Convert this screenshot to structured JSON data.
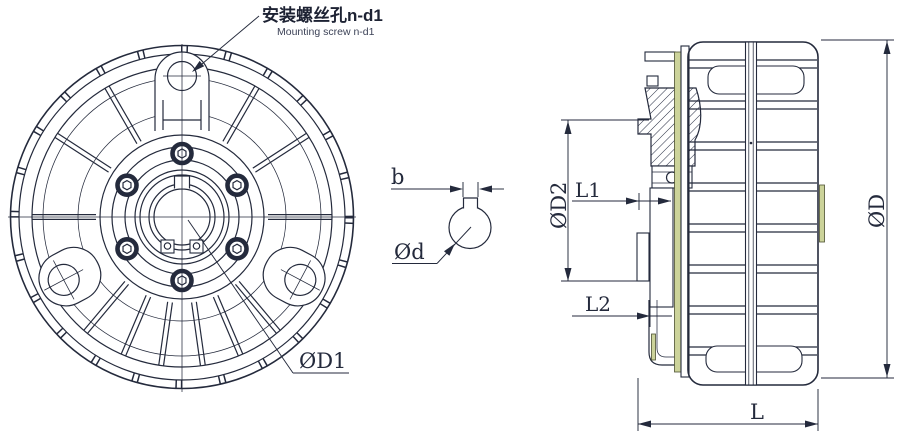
{
  "labels": {
    "mounting_screw_cn": "安装螺丝孔n-d1",
    "mounting_screw_en": "Mounting screw n-d1"
  },
  "dimensions": {
    "keyway_width": "b",
    "shaft_diameter": "Ød",
    "bolt_circle_diameter": "ØD1",
    "hub_diameter": "ØD2",
    "length_1": "L1",
    "length_2": "L2",
    "outer_diameter": "ØD",
    "overall_length": "L"
  },
  "colors": {
    "line": "#242a3c",
    "friction_lining": "#ccd39a",
    "background": "#ffffff"
  }
}
